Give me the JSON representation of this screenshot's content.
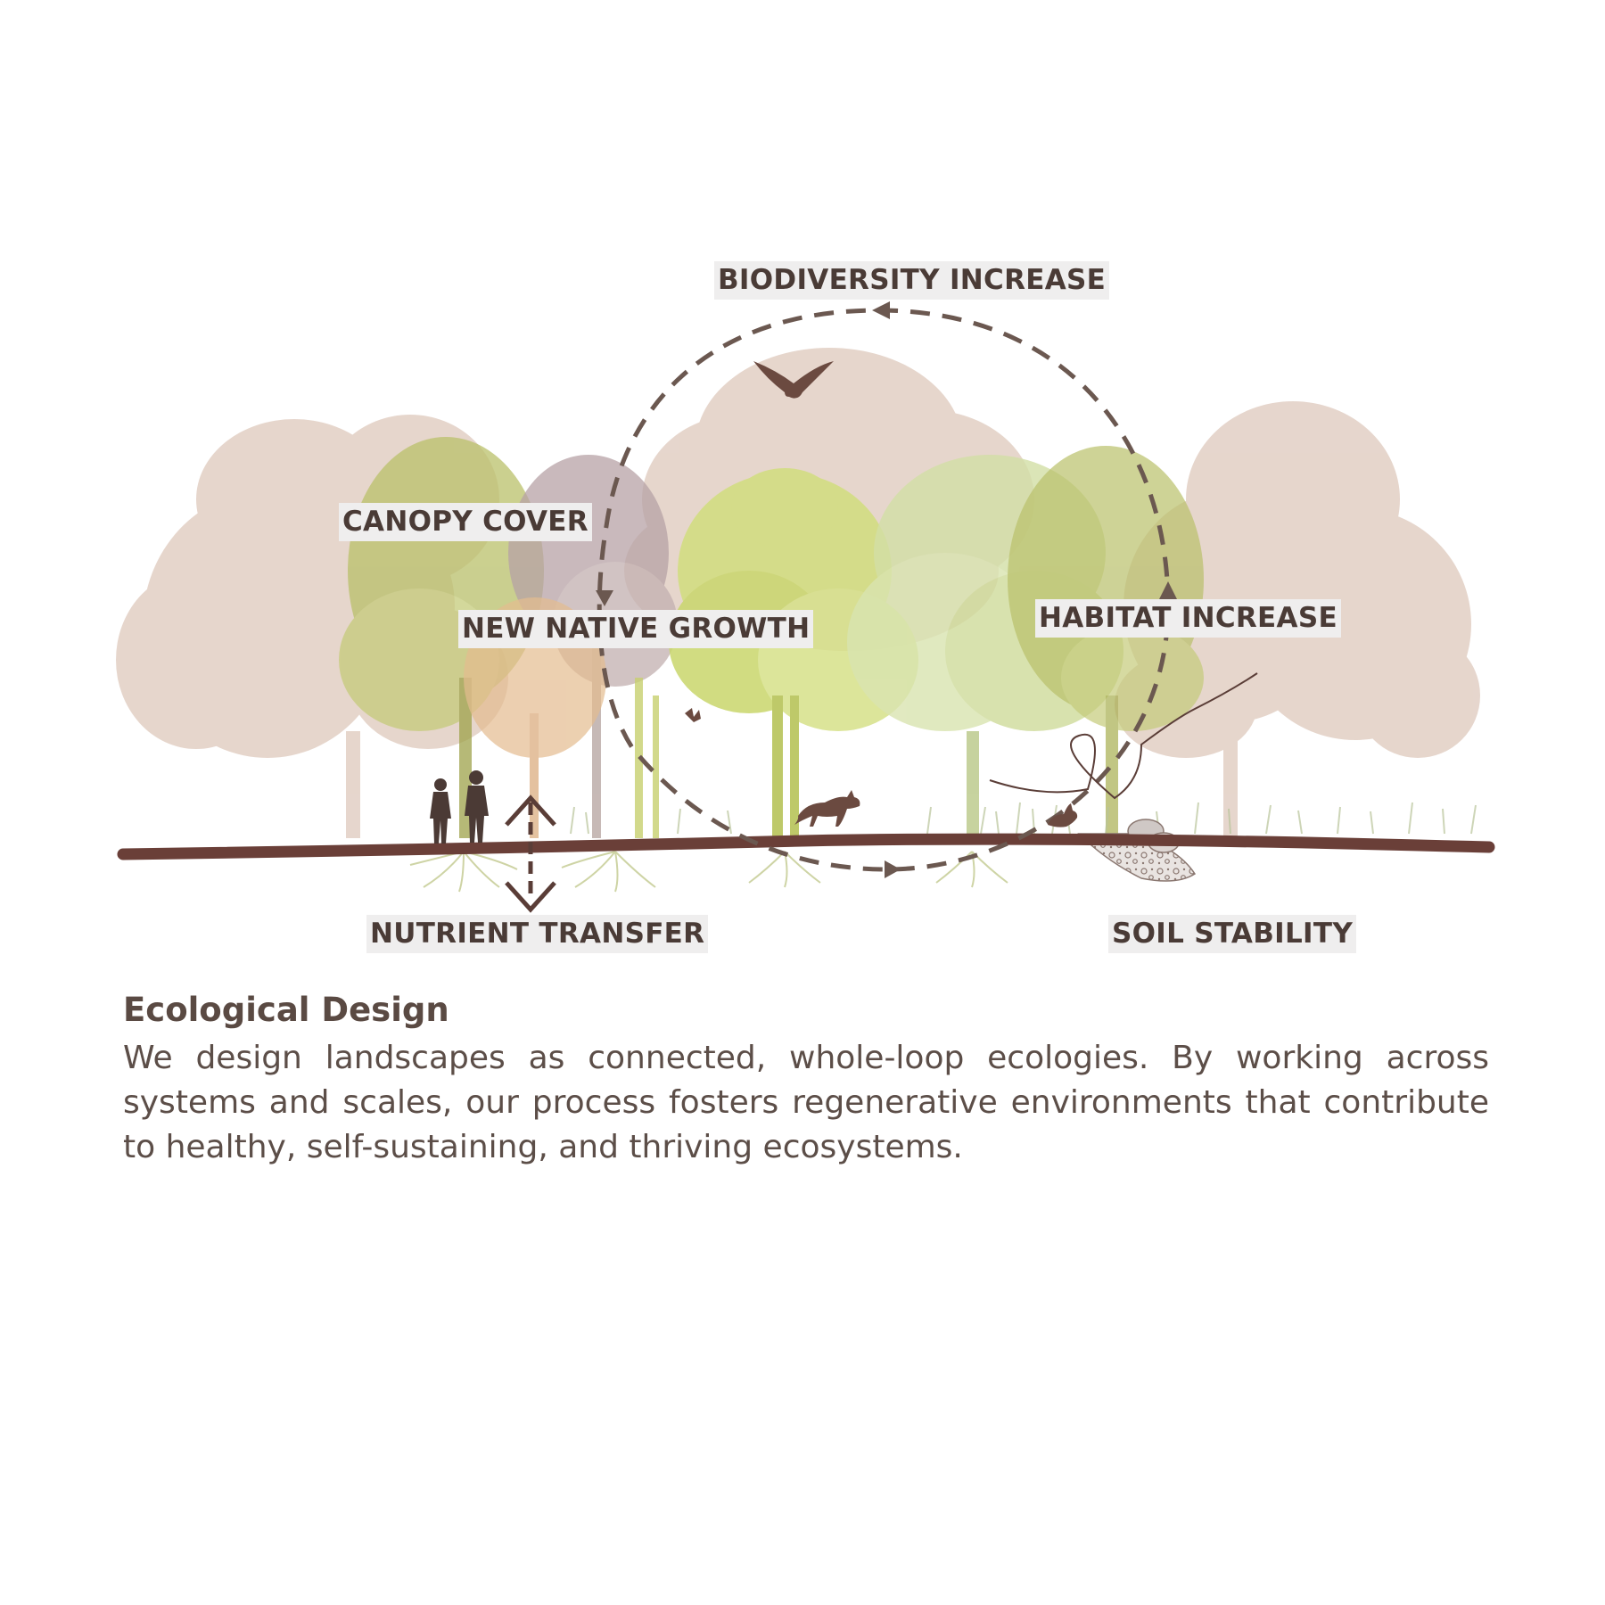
{
  "labels": {
    "biodiversity": "BIODIVERSITY INCREASE",
    "canopy": "CANOPY COVER",
    "native_growth": "NEW NATIVE GROWTH",
    "habitat": "HABITAT INCREASE",
    "nutrient": "NUTRIENT TRANSFER",
    "soil": "SOIL STABILITY"
  },
  "caption": {
    "title": "Ecological Design",
    "body": "We design landscapes as connected, whole-loop ecologies. By working across systems and scales, our process fosters regenerative environments that contribute to healthy, self-sustaining, and thriving ecosystems."
  },
  "colors": {
    "background_trees": "#e2cfc4",
    "green_light": "#d5df9a",
    "green_mid": "#c3d062",
    "olive": "#b7bf5a",
    "ground": "#6a3f38",
    "cycle_arrow": "#6b5850",
    "label_bg": "#efeeee",
    "label_text": "#4a3b36"
  },
  "icons": [
    "bird-icon",
    "fox-icon",
    "hiker-icon",
    "rabbit-icon",
    "butterfly-icon",
    "boulder-icon"
  ]
}
